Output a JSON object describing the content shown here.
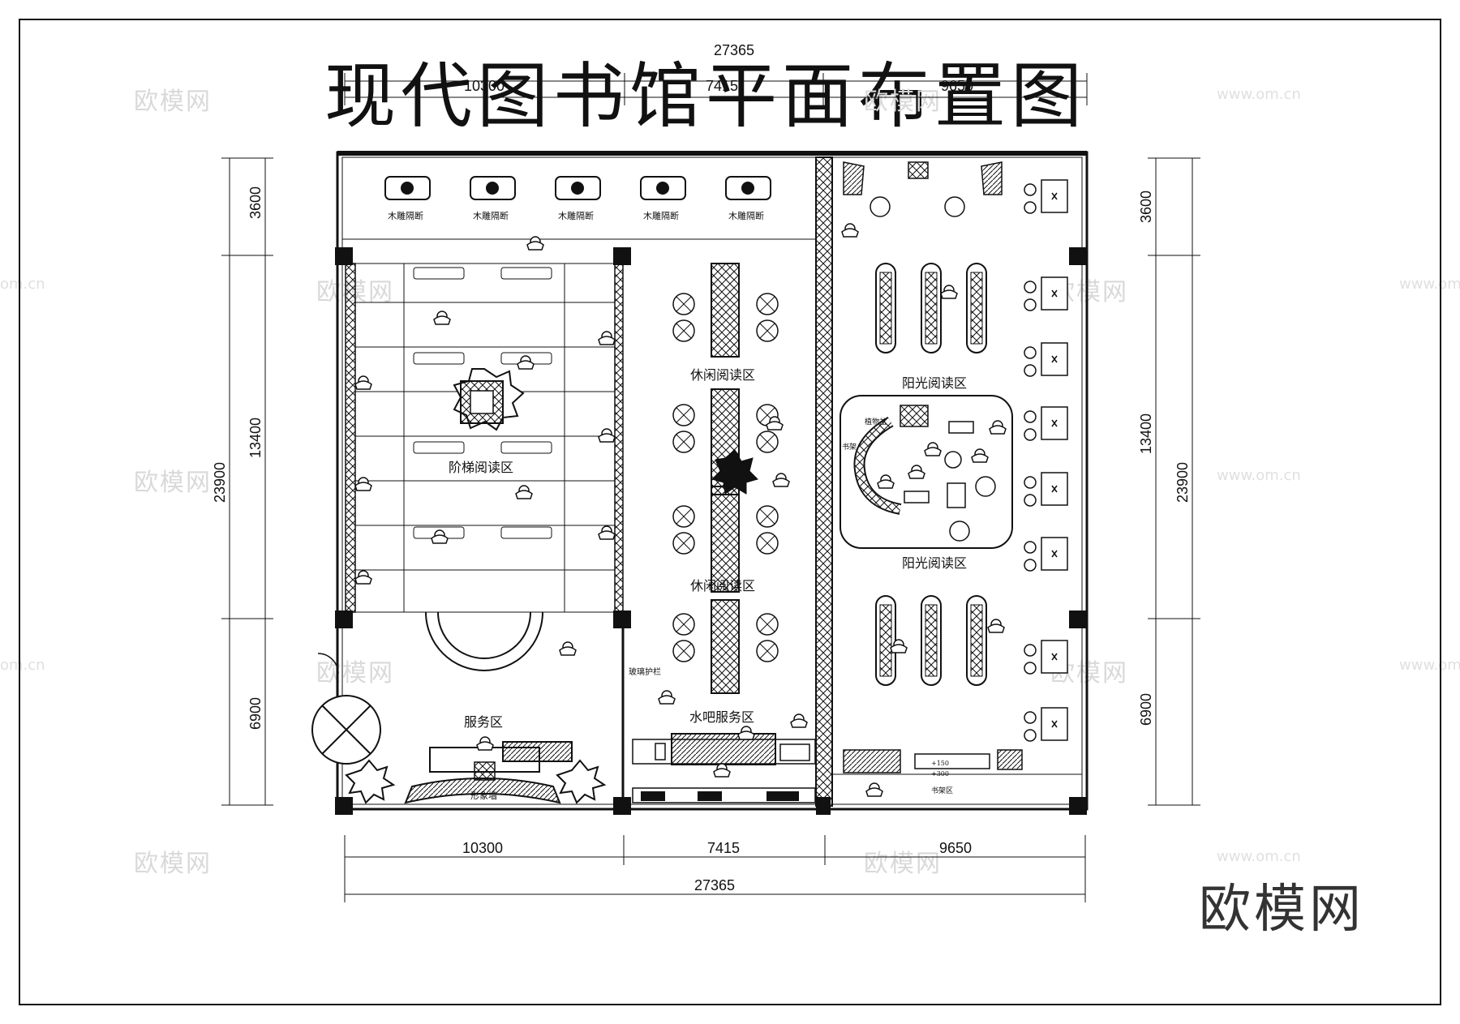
{
  "title": "现代图书馆平面布置图",
  "brand": "欧模网",
  "watermark": {
    "logo": "欧模网",
    "url": "www.om.cn",
    "url_partial": "om.cn"
  },
  "dimensions": {
    "top": {
      "total": "27365",
      "segments": [
        "10300",
        "7415",
        "9650"
      ]
    },
    "bottom": {
      "total": "27365",
      "segments": [
        "10300",
        "7415",
        "9650"
      ]
    },
    "left": {
      "total": "23900",
      "segments": [
        "3600",
        "13400",
        "6900"
      ]
    },
    "right": {
      "total": "23900",
      "segments": [
        "3600",
        "13400",
        "6900"
      ]
    }
  },
  "zones": {
    "stair_reading": "阶梯阅读区",
    "leisure_reading_1": "休闲阅读区",
    "leisure_reading_2": "休闲阅读区",
    "sunshine_reading_1": "阳光阅读区",
    "sunshine_reading_2": "阳光阅读区",
    "service": "服务区",
    "water_bar": "水吧服务区",
    "image_wall": "形象墙",
    "partition": "木雕隔断",
    "glass_rail": "玻璃护栏",
    "plant_pot": "植物盆",
    "bookshelf": "书架",
    "bookshelf_area": "书架区",
    "level_150": "+150",
    "level_300": "+300"
  }
}
